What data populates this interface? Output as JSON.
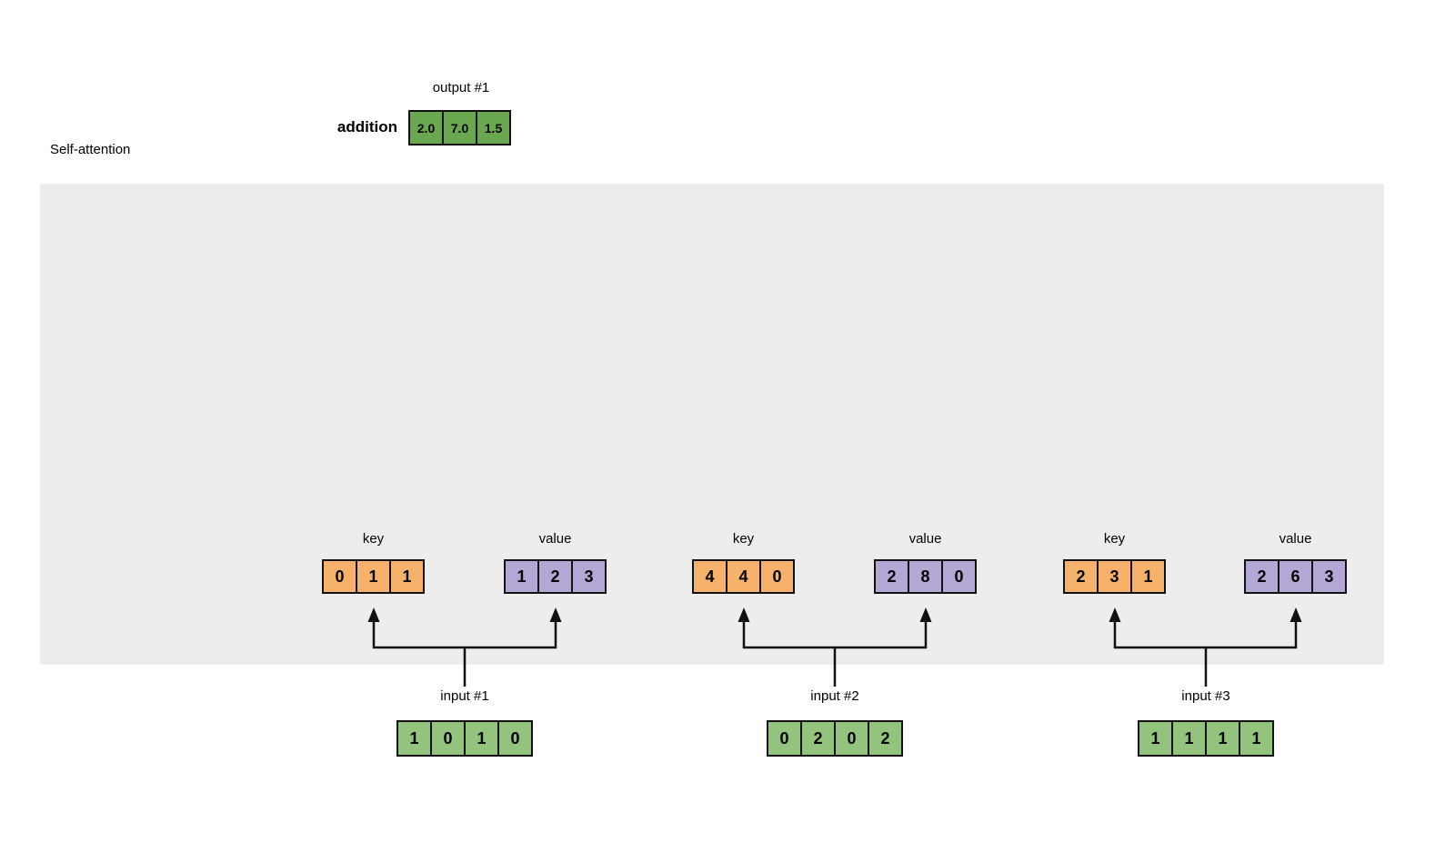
{
  "title": "Self-attention",
  "output": {
    "label": "output #1",
    "operation": "addition",
    "values": [
      "2.0",
      "7.0",
      "1.5"
    ]
  },
  "groups": [
    {
      "key_label": "key",
      "value_label": "value",
      "key": [
        "0",
        "1",
        "1"
      ],
      "value": [
        "1",
        "2",
        "3"
      ]
    },
    {
      "key_label": "key",
      "value_label": "value",
      "key": [
        "4",
        "4",
        "0"
      ],
      "value": [
        "2",
        "8",
        "0"
      ]
    },
    {
      "key_label": "key",
      "value_label": "value",
      "key": [
        "2",
        "3",
        "1"
      ],
      "value": [
        "2",
        "6",
        "3"
      ]
    }
  ],
  "inputs": [
    {
      "label": "input #1",
      "values": [
        "1",
        "0",
        "1",
        "0"
      ]
    },
    {
      "label": "input #2",
      "values": [
        "0",
        "2",
        "0",
        "2"
      ]
    },
    {
      "label": "input #3",
      "values": [
        "1",
        "1",
        "1",
        "1"
      ]
    }
  ],
  "colors": {
    "key": "#F6B26B",
    "value": "#B4A7D6",
    "input": "#93C47D",
    "output": "#6AA84F",
    "panel": "#EDEDED",
    "stroke": "#111111"
  }
}
